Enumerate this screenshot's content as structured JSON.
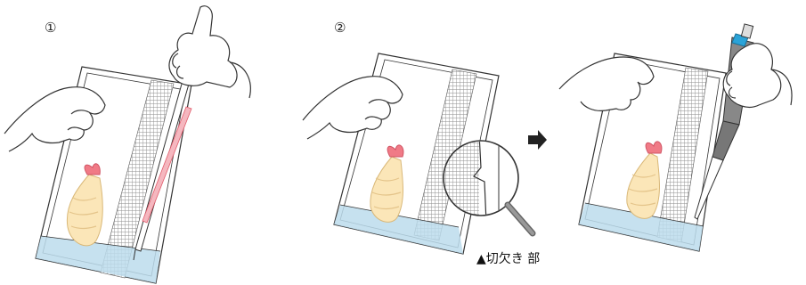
{
  "steps": {
    "step1": "①",
    "step2": "②"
  },
  "notch_caption": "▲切欠き 部",
  "arrow_glyph": "➡",
  "colors": {
    "shrimp_body": "#fbe6b8",
    "shrimp_tail": "#f07a86",
    "liquid": "#bcdcec",
    "mesh": "#9a9a9a",
    "pipette_red": "#e05a6a",
    "pipette_body": "#777777",
    "pipette_tip_blue": "#2aa3d8"
  }
}
